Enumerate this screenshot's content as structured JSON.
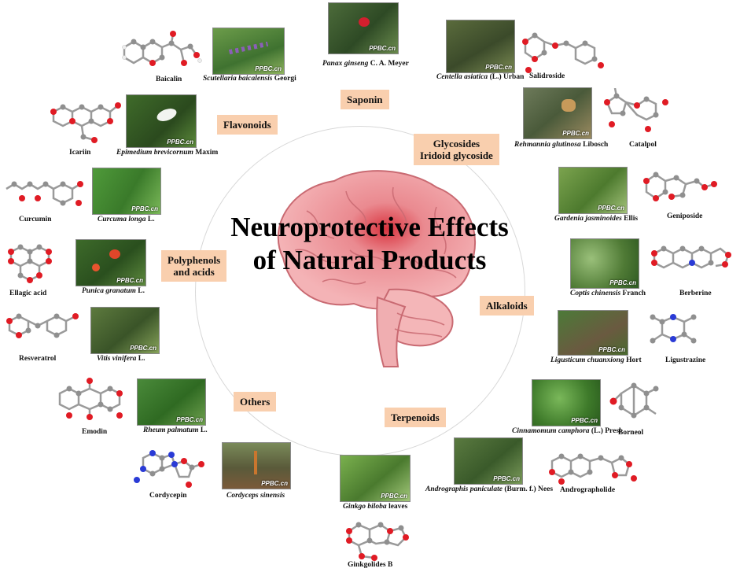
{
  "title": {
    "line1": "Neuroprotective Effects",
    "line2": "of Natural Products"
  },
  "watermark": "PPBC.cn",
  "categories": {
    "saponin": "Saponin",
    "flavonoids": "Flavonoids",
    "glycosides_line1": "Glycosides",
    "glycosides_line2": "Iridoid glycoside",
    "polyphenols_line1": "Polyphenols",
    "polyphenols_line2": "and acids",
    "alkaloids": "Alkaloids",
    "others": "Others",
    "terpenoids": "Terpenoids"
  },
  "plants": {
    "panax": {
      "name": "Panax ginseng",
      "suffix": " C. A. Meyer"
    },
    "scutellaria": {
      "name": "Scutellaria baicalensis",
      "suffix": " Georgi"
    },
    "centella": {
      "name": "Centella asiatica",
      "suffix": " (L.) Urban"
    },
    "epimedium": {
      "name": "Epimedium brevicornum",
      "suffix": " Maxim"
    },
    "rehmannia": {
      "name": "Rehmannia glutinosa",
      "suffix": " Libosch"
    },
    "curcuma": {
      "name": "Curcuma longa",
      "suffix": " L."
    },
    "gardenia": {
      "name": "Gardenia jasminoides",
      "suffix": " Ellis"
    },
    "punica": {
      "name": "Punica granatum",
      "suffix": " L."
    },
    "coptis": {
      "name": "Coptis chinensis",
      "suffix": " Franch"
    },
    "vitis": {
      "name": "Vitis vinifera",
      "suffix": " L."
    },
    "ligusticum": {
      "name": "Ligusticum chuanxiong",
      "suffix": " Hort"
    },
    "rheum": {
      "name": "Rheum palmatum",
      "suffix": " L."
    },
    "cinnamomum": {
      "name": "Cinnamomum camphora",
      "suffix": " (L.) Presl"
    },
    "cordyceps": {
      "name": "Cordyceps sinensis",
      "suffix": ""
    },
    "andrographis": {
      "name": "Andrographis paniculate",
      "suffix": " (Burm. f.) Nees"
    },
    "ginkgo": {
      "name": "Ginkgo biloba",
      "suffix": " leaves"
    }
  },
  "compounds": {
    "baicalin": "Baicalin",
    "salidroside": "Salidroside",
    "icariin": "Icariin",
    "catalpol": "Catalpol",
    "curcumin": "Curcumin",
    "geniposide": "Geniposide",
    "ellagic_acid": "Ellagic acid",
    "berberine": "Berberine",
    "resveratrol": "Resveratrol",
    "ligustrazine": "Ligustrazine",
    "emodin": "Emodin",
    "borneol": "Borneol",
    "cordycepin": "Cordycepin",
    "andrographolide": "Andrographolide",
    "ginkgolides_b": "Ginkgolides B"
  },
  "colors": {
    "category_box": "#f9cfae",
    "brain": "#f2a5a9",
    "brain_outline": "#c96a72",
    "ring": "#d8d8d8",
    "oxygen": "#e01b24",
    "nitrogen": "#2a3bd6",
    "carbon": "#8f8f8f"
  }
}
